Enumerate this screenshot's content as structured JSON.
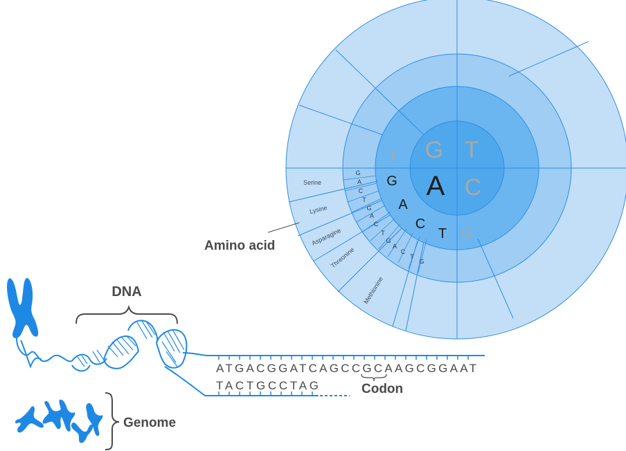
{
  "labels": {
    "amino_acid": "Amino acid",
    "dna": "DNA",
    "codon": "Codon",
    "genome": "Genome"
  },
  "wheel": {
    "center_letter": "A",
    "ring1_letters": [
      "G",
      "T",
      "C"
    ],
    "ring2_letters": [
      "T",
      "G",
      "A",
      "C",
      "T",
      "G"
    ],
    "ring3_letters": [
      "G",
      "A",
      "C",
      "T",
      "G",
      "A",
      "C",
      "T",
      "G",
      "A",
      "C",
      "T",
      "G"
    ],
    "amino_acids": [
      "Serine",
      "Lysine",
      "Asparagine",
      "Threonine",
      "Methionine"
    ]
  },
  "sequence": {
    "top_strand": "ATGACGGATCAGCCGCAAGCGGAAT",
    "bottom_strand": "TACTGCCTAG"
  },
  "colors": {
    "ring_outer": "#c3dff8",
    "ring_3": "#9fcdf4",
    "ring_2": "#6bb6f0",
    "ring_1": "#4fa8ec",
    "center": "#3d9de6",
    "line": "#2f8de0",
    "dna_blue": "#1e88e5",
    "label_grey": "#4a4a4a"
  },
  "icons": [
    "chromosome-icon",
    "dna-helix-icon",
    "brace-icon"
  ]
}
